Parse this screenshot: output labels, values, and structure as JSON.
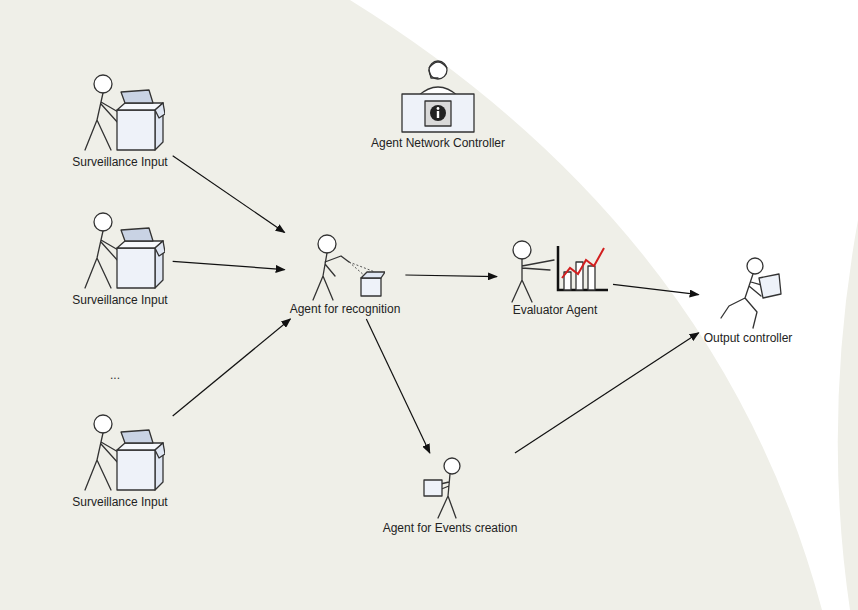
{
  "diagram": {
    "nodes": [
      {
        "text": [
          "Surveillance Input"
        ]
      },
      {
        "text": [
          "Agent Network Controller"
        ]
      },
      {
        "text": [
          "Surveillance Input"
        ]
      },
      {
        "text": [
          "Agent for recognition"
        ]
      },
      {
        "text": [
          "Evaluator Agent"
        ]
      },
      {
        "text": [
          "Output controller"
        ]
      },
      {
        "text": [
          "Surveillance Input"
        ]
      },
      {
        "text": [
          "Agent for Events creation"
        ]
      }
    ],
    "edges": [
      {
        "from": 0,
        "to": 3,
        "arrow": "to"
      },
      {
        "from": 2,
        "to": 3,
        "arrow": "to"
      },
      {
        "from": 6,
        "to": 3,
        "arrow": "to"
      },
      {
        "from": 3,
        "to": 4,
        "arrow": "to"
      },
      {
        "from": 4,
        "to": 5,
        "arrow": "to"
      },
      {
        "from": 3,
        "to": 7,
        "arrow": "to"
      },
      {
        "from": 7,
        "to": 5,
        "arrow": "to"
      }
    ],
    "labels": [
      "..."
    ]
  }
}
